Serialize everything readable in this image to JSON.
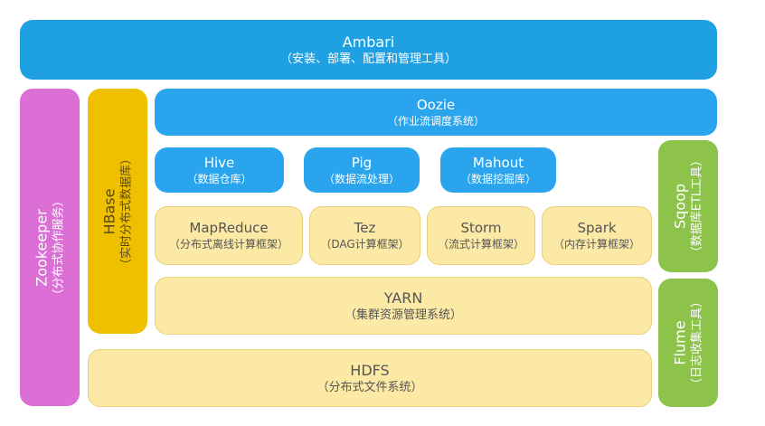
{
  "ambari": {
    "name": "Ambari",
    "desc": "（安装、部署、配置和管理工具）"
  },
  "zookeeper": {
    "name": "Zookeeper",
    "desc": "（分布式协作服务）"
  },
  "hbase": {
    "name": "HBase",
    "desc": "（实时分布式数据库）"
  },
  "oozie": {
    "name": "Oozie",
    "desc": "（作业流调度系统）"
  },
  "hive": {
    "name": "Hive",
    "desc": "（数据仓库）"
  },
  "pig": {
    "name": "Pig",
    "desc": "（数据流处理）"
  },
  "mahout": {
    "name": "Mahout",
    "desc": "（数据挖掘库）"
  },
  "mapreduce": {
    "name": "MapReduce",
    "desc": "（分布式离线计算框架）"
  },
  "tez": {
    "name": "Tez",
    "desc": "（DAG计算框架）"
  },
  "storm": {
    "name": "Storm",
    "desc": "（流式计算框架）"
  },
  "spark": {
    "name": "Spark",
    "desc": "（内存计算框架）"
  },
  "yarn": {
    "name": "YARN",
    "desc": "（集群资源管理系统）"
  },
  "hdfs": {
    "name": "HDFS",
    "desc": "（分布式文件系统）"
  },
  "sqoop": {
    "name": "Sqoop",
    "desc": "（数据库ETL工具）"
  },
  "flume": {
    "name": "Flume",
    "desc": "（日志收集工具）"
  },
  "colors": {
    "blue": "#1fa0e3",
    "yellow": "#fce9a6",
    "gold": "#efc000",
    "pink": "#db6fd6",
    "green": "#8dc34a"
  }
}
